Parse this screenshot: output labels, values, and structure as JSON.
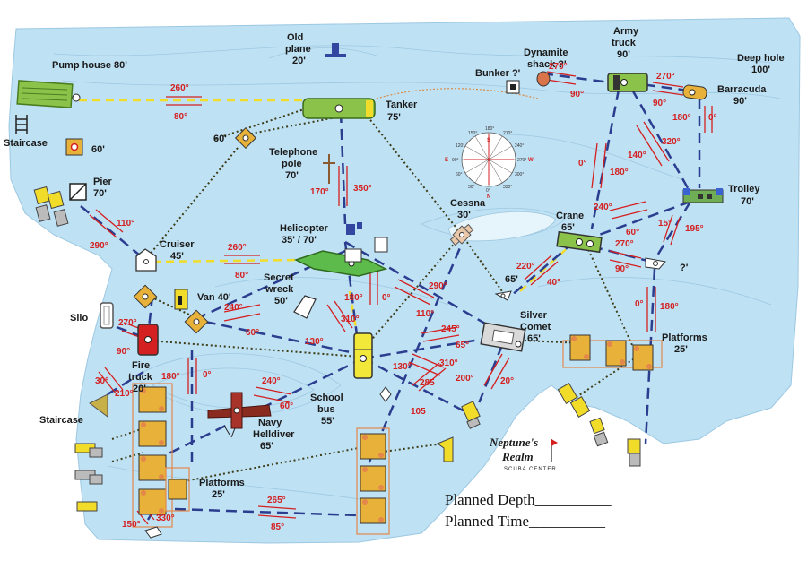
{
  "sites": [
    {
      "id": "pump",
      "label": "Pump house 80'"
    },
    {
      "id": "staircase1",
      "label": "Staircase"
    },
    {
      "id": "sixty1",
      "label": "60'"
    },
    {
      "id": "pier",
      "label1": "Pier",
      "label2": "70'"
    },
    {
      "id": "oldplane",
      "label1": "Old",
      "label2": "plane",
      "label3": "20'"
    },
    {
      "id": "tanker",
      "label1": "Tanker",
      "label2": "75'"
    },
    {
      "id": "sixty2",
      "label": "60'"
    },
    {
      "id": "telephone",
      "label1": "Telephone",
      "label2": "pole",
      "label3": "70'"
    },
    {
      "id": "bunker",
      "label": "Bunker ?'"
    },
    {
      "id": "dynamite",
      "label1": "Dynamite",
      "label2": "shack ?'"
    },
    {
      "id": "army",
      "label1": "Army",
      "label2": "truck",
      "label3": "90'"
    },
    {
      "id": "deephole",
      "label1": "Deep hole",
      "label2": "100'"
    },
    {
      "id": "barracuda",
      "label1": "Barracuda",
      "label2": "90'"
    },
    {
      "id": "trolley",
      "label1": "Trolley",
      "label2": "70'"
    },
    {
      "id": "cessna",
      "label1": "Cessna",
      "label2": "30'"
    },
    {
      "id": "crane",
      "label1": "Crane",
      "label2": "65'"
    },
    {
      "id": "qmark",
      "label": "?'"
    },
    {
      "id": "helicopter",
      "label1": "Helicopter",
      "label2": "35' / 70'"
    },
    {
      "id": "cruiser",
      "label1": "Cruiser",
      "label2": "45'"
    },
    {
      "id": "secret",
      "label1": "Secret",
      "label2": "wreck",
      "label3": "50'"
    },
    {
      "id": "van",
      "label": "Van 40'"
    },
    {
      "id": "silo",
      "label": "Silo"
    },
    {
      "id": "firetruck",
      "label1": "Fire",
      "label2": "truck",
      "label3": "20'"
    },
    {
      "id": "sixtyfive",
      "label": "65'"
    },
    {
      "id": "silvercomet",
      "label1": "Silver",
      "label2": "Comet",
      "label3": "65'"
    },
    {
      "id": "platforms_right",
      "label1": "Platforms",
      "label2": "25'"
    },
    {
      "id": "staircase2",
      "label": "Staircase"
    },
    {
      "id": "navy",
      "label1": "Navy",
      "label2": "Helldiver",
      "label3": "65'"
    },
    {
      "id": "schoolbus",
      "label1": "School",
      "label2": "bus",
      "label3": "55'"
    },
    {
      "id": "platforms_left",
      "label1": "Platforms",
      "label2": "25'"
    }
  ],
  "headings": [
    {
      "text": "260°"
    },
    {
      "text": "80°"
    },
    {
      "text": "270°"
    },
    {
      "text": "90°"
    },
    {
      "text": "270°"
    },
    {
      "text": "90°"
    },
    {
      "text": "180°"
    },
    {
      "text": "0°"
    },
    {
      "text": "140°"
    },
    {
      "text": "320°"
    },
    {
      "text": "0°"
    },
    {
      "text": "180°"
    },
    {
      "text": "170°"
    },
    {
      "text": "350°"
    },
    {
      "text": "110°"
    },
    {
      "text": "290°"
    },
    {
      "text": "260°"
    },
    {
      "text": "80°"
    },
    {
      "text": "240°"
    },
    {
      "text": "60°"
    },
    {
      "text": "15°"
    },
    {
      "text": "195°"
    },
    {
      "text": "270°"
    },
    {
      "text": "90°"
    },
    {
      "text": "220°"
    },
    {
      "text": "40°"
    },
    {
      "text": "180°"
    },
    {
      "text": "0°"
    },
    {
      "text": "290°"
    },
    {
      "text": "110°"
    },
    {
      "text": "310°"
    },
    {
      "text": "130°"
    },
    {
      "text": "240°"
    },
    {
      "text": "60°"
    },
    {
      "text": "270°"
    },
    {
      "text": "90°"
    },
    {
      "text": "245°"
    },
    {
      "text": "65°"
    },
    {
      "text": "310°"
    },
    {
      "text": "130°"
    },
    {
      "text": "285"
    },
    {
      "text": "105"
    },
    {
      "text": "200°"
    },
    {
      "text": "20°"
    },
    {
      "text": "0°"
    },
    {
      "text": "180°"
    },
    {
      "text": "180°"
    },
    {
      "text": "0°"
    },
    {
      "text": "240°"
    },
    {
      "text": "60°"
    },
    {
      "text": "30°"
    },
    {
      "text": "210°"
    },
    {
      "text": "265°"
    },
    {
      "text": "85°"
    },
    {
      "text": "150°"
    },
    {
      "text": "330°"
    }
  ],
  "compass": {
    "degrees": [
      "180°",
      "210°",
      "240°",
      "270°",
      "300°",
      "330°",
      "0°",
      "30°",
      "60°",
      "90°",
      "120°",
      "150°"
    ],
    "north": "N",
    "south": "S",
    "east": "E",
    "west": "W"
  },
  "brand": {
    "line1": "Neptune's",
    "line2": "Realm",
    "line3": "SCUBA CENTER"
  },
  "form": {
    "depth": "Planned Depth__________",
    "time": "Planned Time__________"
  },
  "colors": {
    "water": "#bfe1f4",
    "land": "#ffffff",
    "heading": "#d42020",
    "route_blue": "#2b3d8f",
    "route_yellow": "#f2dc2a",
    "route_dotted": "#4a4a1a",
    "platform": "#e8b23a"
  }
}
